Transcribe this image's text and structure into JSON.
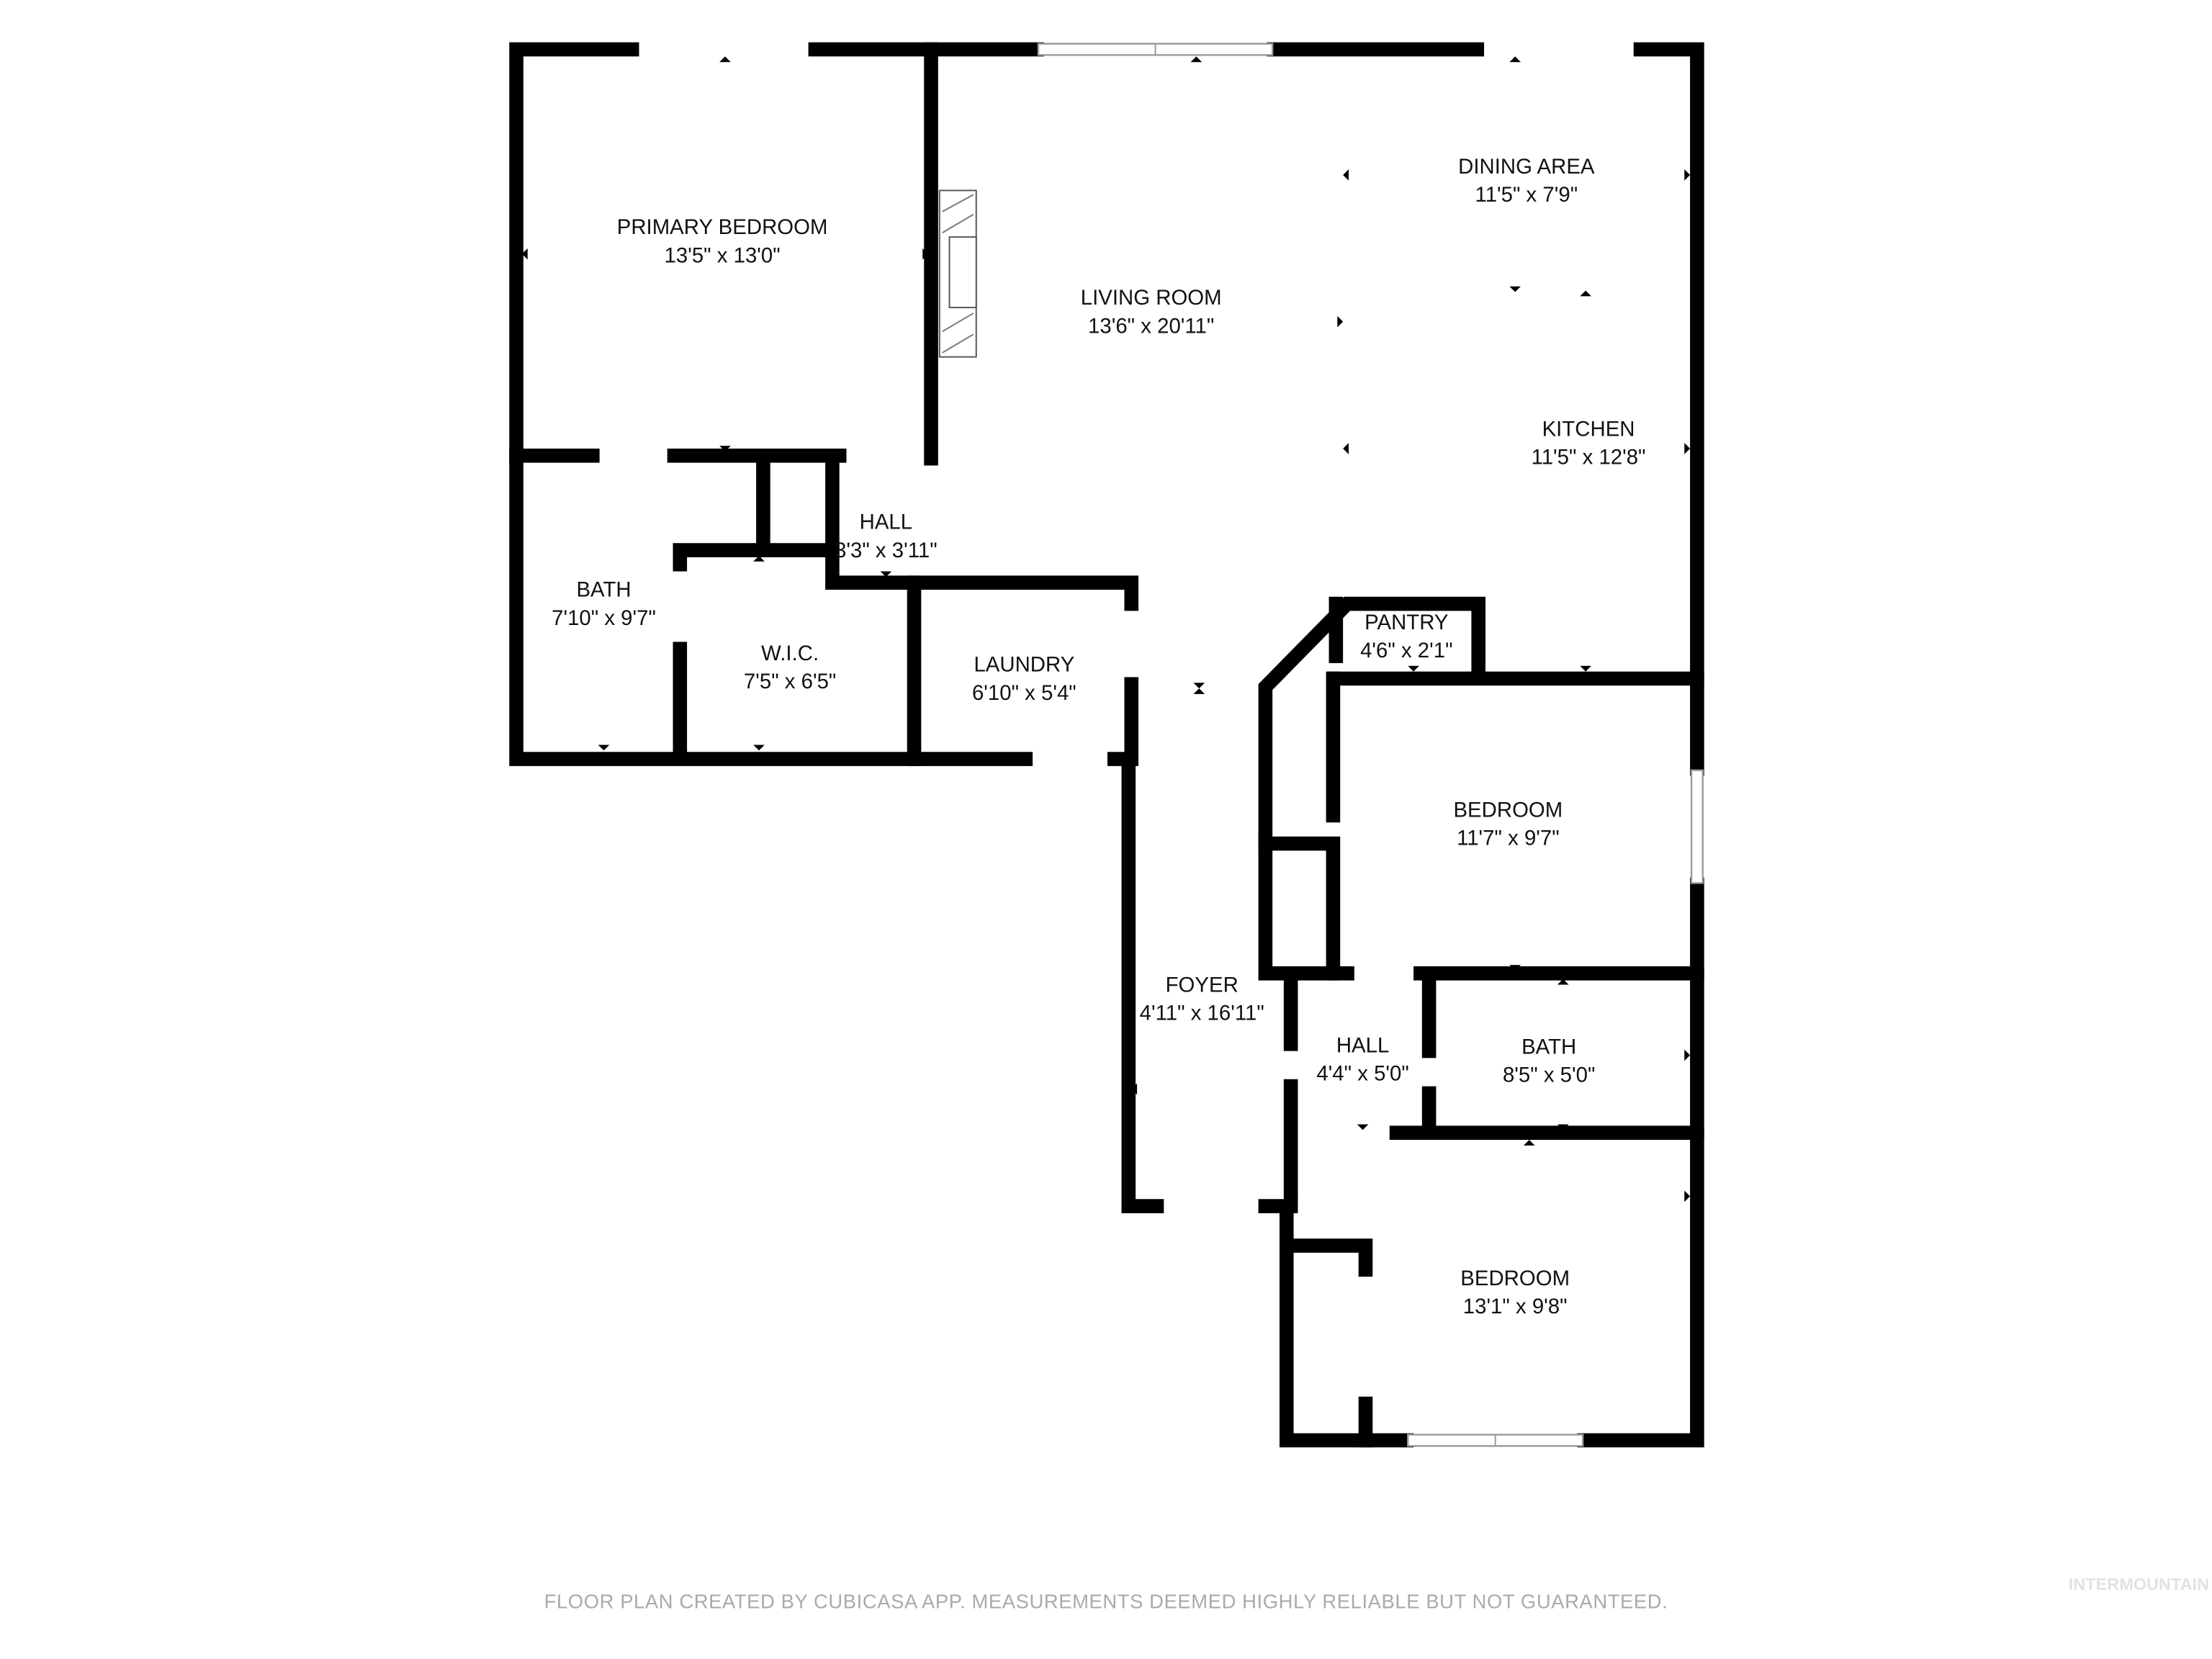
{
  "rooms": [
    {
      "name": "PRIMARY BEDROOM",
      "size": "13'5\" x 13'0\""
    },
    {
      "name": "LIVING ROOM",
      "size": "13'6\" x 20'11\""
    },
    {
      "name": "DINING AREA",
      "size": "11'5\" x 7'9\""
    },
    {
      "name": "KITCHEN",
      "size": "11'5\" x 12'8\""
    },
    {
      "name": "HALL",
      "size": "3'3\" x 3'11\""
    },
    {
      "name": "BATH",
      "size": "7'10\" x 9'7\""
    },
    {
      "name": "W.I.C.",
      "size": "7'5\" x 6'5\""
    },
    {
      "name": "LAUNDRY",
      "size": "6'10\" x 5'4\""
    },
    {
      "name": "PANTRY",
      "size": "4'6\" x 2'1\""
    },
    {
      "name": "BEDROOM",
      "size": "11'7\" x 9'7\""
    },
    {
      "name": "FOYER",
      "size": "4'11\" x 16'11\""
    },
    {
      "name": "HALL",
      "size": "4'4\" x 5'0\""
    },
    {
      "name": "BATH",
      "size": "8'5\" x 5'0\""
    },
    {
      "name": "BEDROOM",
      "size": "13'1\" x 9'8\""
    }
  ],
  "footer": "FLOOR PLAN CREATED BY CUBICASA APP. MEASUREMENTS DEEMED HIGHLY RELIABLE BUT NOT GUARANTEED.",
  "watermark": "INTERMOUNTAIN"
}
